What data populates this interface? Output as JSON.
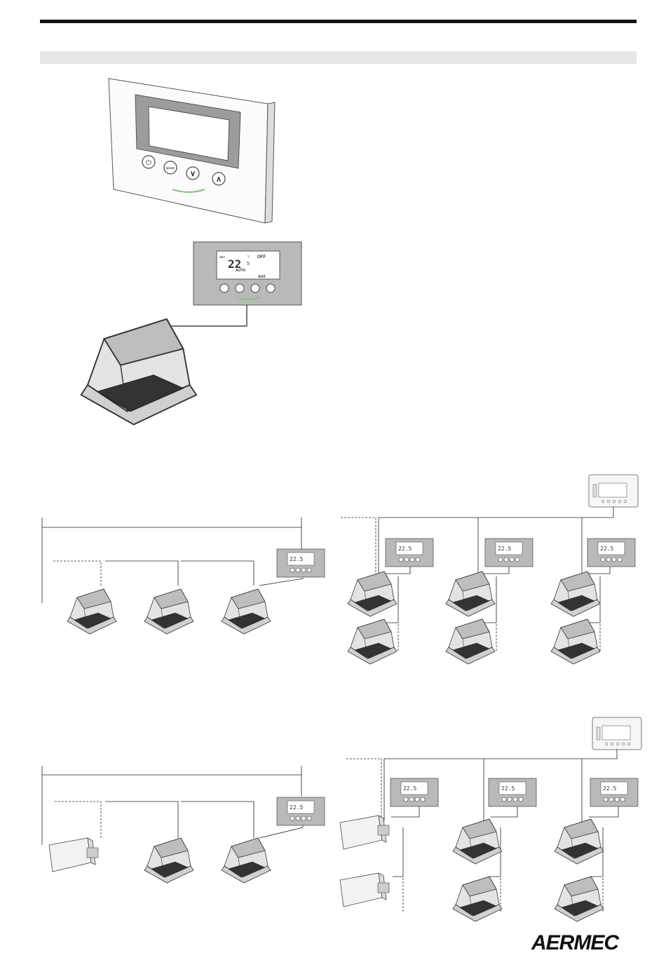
{
  "brand": {
    "logo_text": "AERMEC"
  },
  "panel": {
    "buttons": [
      "⏻",
      "MODE",
      "∨",
      "∧"
    ],
    "display": {
      "set_label": "SET",
      "temperature": "22",
      "decimal": "5",
      "unit": "°C",
      "off": "OFF",
      "auto": "AUTO",
      "aux": "AUX"
    }
  },
  "colors": {
    "panel_grey": "#b9b9b9",
    "display_grey": "#8f8f8f",
    "logo_green": "#7cc576",
    "rule_black": "#111111"
  }
}
